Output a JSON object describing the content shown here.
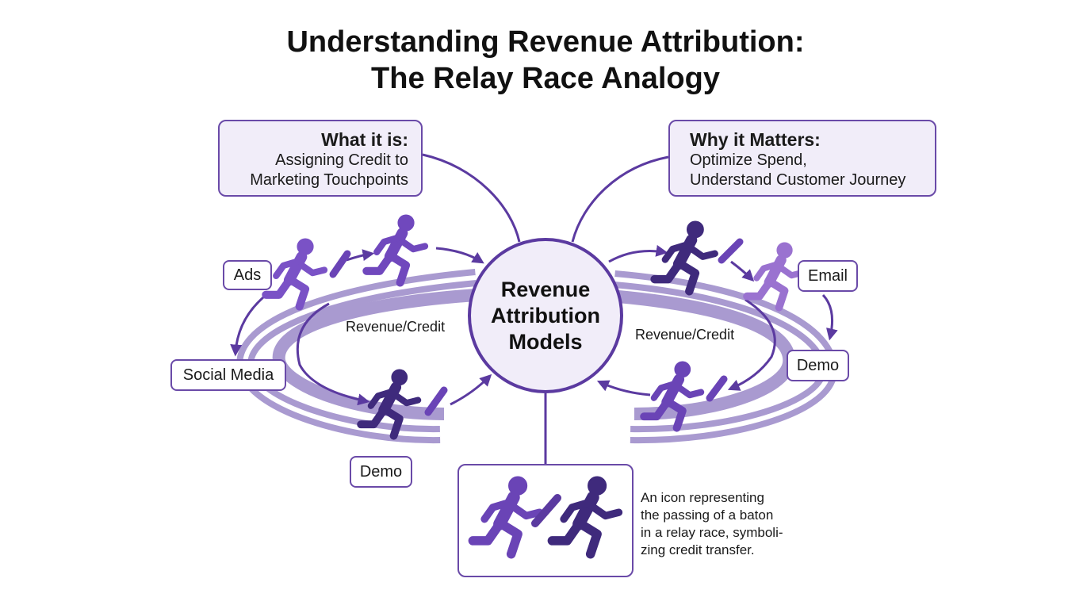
{
  "title": {
    "line1": "Understanding Revenue Attribution:",
    "line2": "The Relay Race Analogy"
  },
  "what_it_is": {
    "heading": "What it is:",
    "lines": [
      "Assigning Credit to",
      "Marketing Touchpoints"
    ]
  },
  "why_it_matters": {
    "heading": "Why it Matters:",
    "lines": [
      "Optimize Spend,",
      "Understand Customer Journey"
    ]
  },
  "center": {
    "lines": [
      "Revenue",
      "Attribution",
      "Models"
    ]
  },
  "touchpoints": {
    "ads": "Ads",
    "social_media": "Social Media",
    "demo_left": "Demo",
    "email": "Email",
    "demo_right": "Demo"
  },
  "track_labels": {
    "left": "Revenue/Credit",
    "right": "Revenue/Credit"
  },
  "baton_caption": {
    "lines": [
      "An icon representing",
      "the passing of a baton",
      "in a relay race, symboli-",
      "zing credit transfer."
    ]
  },
  "colors": {
    "primary": "#5b3aa0",
    "dark_runner": "#3f2a7c",
    "mid_runner": "#7048bd",
    "light_runner": "#9a72d0",
    "box_fill": "#f1edf9",
    "track": "#a99ad0"
  },
  "icons": [
    "runner-icon",
    "baton-icon",
    "arrow-icon"
  ]
}
